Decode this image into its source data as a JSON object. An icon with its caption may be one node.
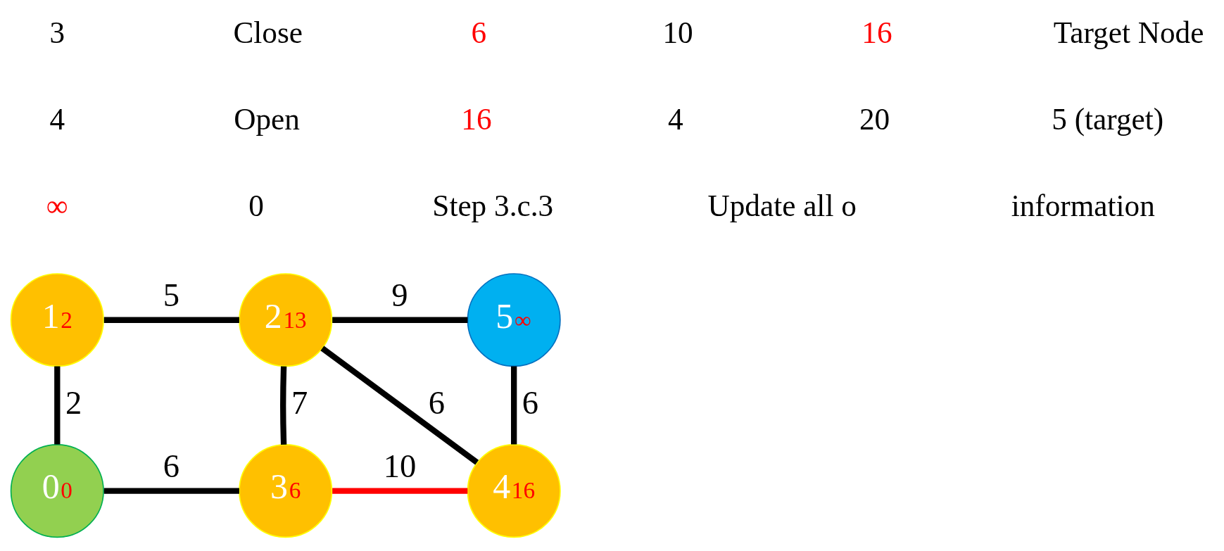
{
  "diagram": {
    "nodes": [
      {
        "text": [
          "0",
          "0"
        ]
      },
      {
        "text": [
          "1",
          "2"
        ]
      },
      {
        "text": [
          "2",
          "13"
        ]
      },
      {
        "text": [
          "3",
          "6"
        ]
      },
      {
        "text": [
          "4",
          "16"
        ]
      },
      {
        "text": [
          "5",
          "∞"
        ]
      }
    ],
    "edges": [
      {
        "from": 1,
        "to": 2,
        "arrow": "none",
        "label": "5"
      },
      {
        "from": 2,
        "to": 5,
        "arrow": "none",
        "label": "9"
      },
      {
        "from": 1,
        "to": 0,
        "arrow": "none",
        "label": "2"
      },
      {
        "from": 2,
        "to": 3,
        "arrow": "none",
        "label": "7"
      },
      {
        "from": 2,
        "to": 4,
        "arrow": "none",
        "label": "6"
      },
      {
        "from": 5,
        "to": 4,
        "arrow": "none",
        "label": "6"
      },
      {
        "from": 0,
        "to": 3,
        "arrow": "none",
        "label": "6"
      },
      {
        "from": 3,
        "to": 4,
        "arrow": "none",
        "label": "10",
        "color": "#ff0000"
      }
    ],
    "labels": [
      "3",
      "Close",
      "6",
      "10",
      "16",
      "Target Node",
      "4",
      "Open",
      "16",
      "4",
      "20",
      "5 (target)",
      "∞",
      "0",
      "Step 3.c.3",
      "Update all o",
      "information"
    ]
  }
}
